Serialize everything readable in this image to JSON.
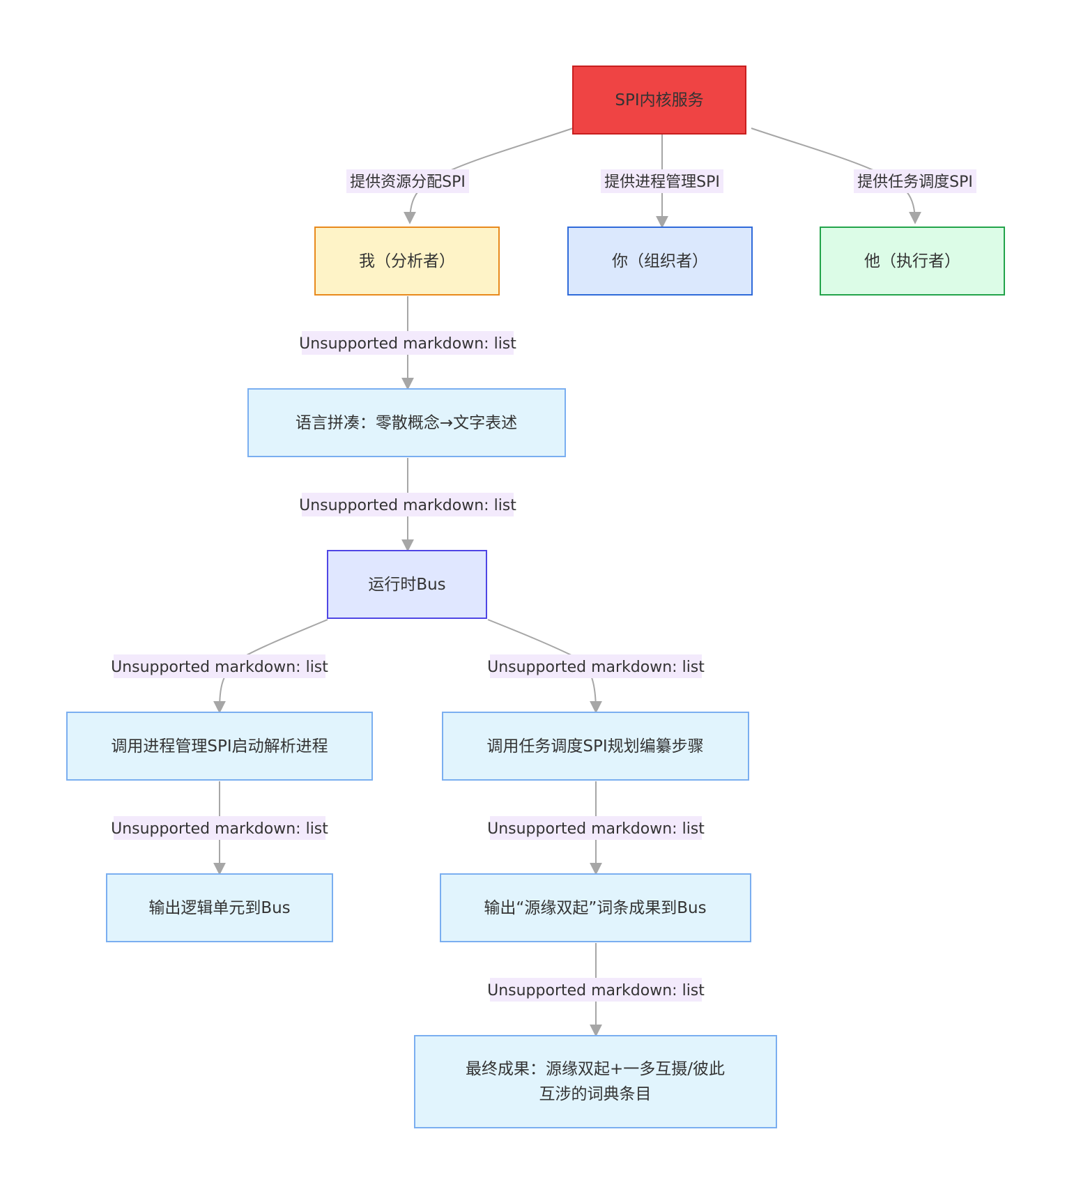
{
  "diagram": {
    "type": "flowchart",
    "nodes": {
      "kernel": {
        "label": "SPI内核服务",
        "fill": "#ef4444",
        "stroke": "#c81e1e"
      },
      "analyzer": {
        "label": "我（分析者）",
        "fill": "#fef3c7",
        "stroke": "#e8891c"
      },
      "organizer": {
        "label": "你（组织者）",
        "fill": "#dbe8fd",
        "stroke": "#2f6ad9"
      },
      "executor": {
        "label": "他（执行者）",
        "fill": "#dcfce7",
        "stroke": "#22a34a"
      },
      "language": {
        "label": "语言拼凑：零散概念→文字表述",
        "fill": "#e1f4fd",
        "stroke": "#7aaef0"
      },
      "bus": {
        "label": "运行时Bus",
        "fill": "#e0e7ff",
        "stroke": "#4f46e5"
      },
      "invoke_process": {
        "label": "调用进程管理SPI启动解析进程",
        "fill": "#e1f4fd",
        "stroke": "#7aaef0"
      },
      "invoke_schedule": {
        "label": "调用任务调度SPI规划编纂步骤",
        "fill": "#e1f4fd",
        "stroke": "#7aaef0"
      },
      "output_logic": {
        "label": "输出逻辑单元到Bus",
        "fill": "#e1f4fd",
        "stroke": "#7aaef0"
      },
      "output_terms": {
        "label": "输出“源缘双起”词条成果到Bus",
        "fill": "#e1f4fd",
        "stroke": "#7aaef0"
      },
      "final": {
        "label_lines": [
          "最终成果：源缘双起+一多互摄/彼此",
          "互涉的词典条目"
        ],
        "fill": "#e1f4fd",
        "stroke": "#7aaef0"
      }
    },
    "edges": {
      "kernel_analyzer": {
        "label": "提供资源分配SPI"
      },
      "kernel_organizer": {
        "label": "提供进程管理SPI"
      },
      "kernel_executor": {
        "label": "提供任务调度SPI"
      },
      "analyzer_language": {
        "label": "Unsupported markdown: list"
      },
      "language_bus": {
        "label": "Unsupported markdown: list"
      },
      "bus_process": {
        "label": "Unsupported markdown: list"
      },
      "bus_schedule": {
        "label": "Unsupported markdown: list"
      },
      "process_logic": {
        "label": "Unsupported markdown: list"
      },
      "schedule_terms": {
        "label": "Unsupported markdown: list"
      },
      "terms_final": {
        "label": "Unsupported markdown: list"
      }
    }
  }
}
